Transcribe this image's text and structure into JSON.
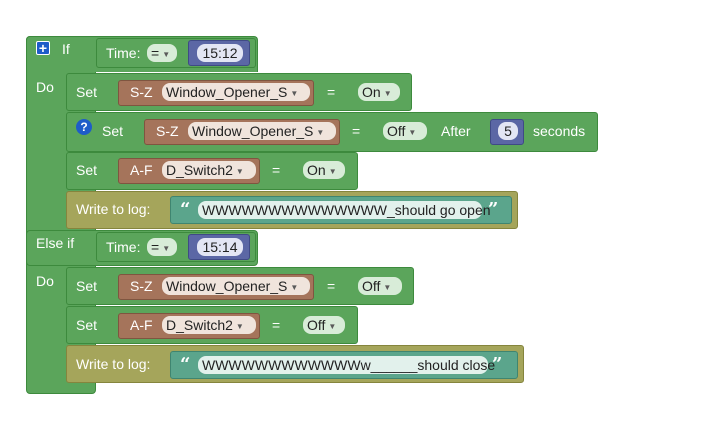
{
  "labels": {
    "if": "If",
    "do": "Do",
    "else_if": "Else if",
    "time": "Time:",
    "set": "Set",
    "after": "After",
    "seconds": "seconds",
    "write_to_log": "Write to log:"
  },
  "if_condition": {
    "operator": "=",
    "value": "15:12"
  },
  "do_block_1": [
    {
      "device_group": "S-Z",
      "device": "Window_Opener_S",
      "operator": "=",
      "state": "On"
    },
    {
      "device_group": "S-Z",
      "device": "Window_Opener_S",
      "operator": "=",
      "state": "Off",
      "after_value": "5"
    },
    {
      "device_group": "A-F",
      "device": "D_Switch2",
      "operator": "=",
      "state": "On"
    }
  ],
  "log_1": "WWWWWWWWWWWWWW_should go open",
  "elseif_condition": {
    "operator": "=",
    "value": "15:14"
  },
  "do_block_2": [
    {
      "device_group": "S-Z",
      "device": "Window_Opener_S",
      "operator": "=",
      "state": "Off"
    },
    {
      "device_group": "A-F",
      "device": "D_Switch2",
      "operator": "=",
      "state": "Off"
    }
  ],
  "log_2": "WWWWWWWWWWWWw______should close",
  "icons": {
    "mutator": "plus-icon",
    "help": "question-icon",
    "open_quote": "“",
    "close_quote": "”"
  },
  "colors": {
    "logic_green": "#5ba55b",
    "device_brown": "#a5745b",
    "time_blue": "#5b67a5",
    "text_teal": "#5ba58c",
    "log_olive": "#a5a55b"
  }
}
